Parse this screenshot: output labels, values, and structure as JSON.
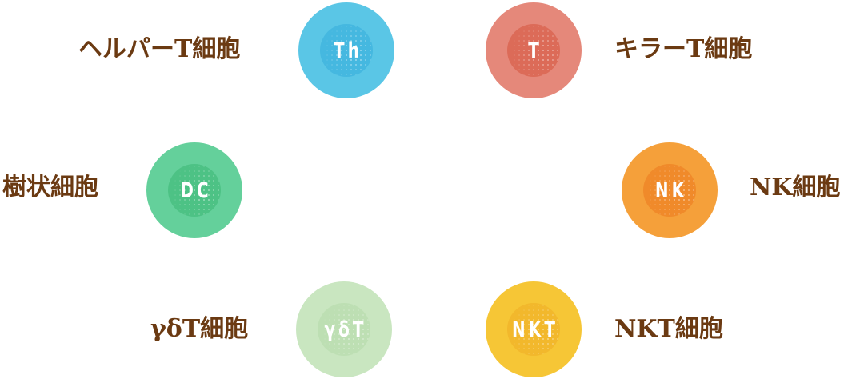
{
  "diagram": {
    "label_color": "#6b3a12",
    "cells": [
      {
        "id": "helper-t",
        "abbr": "Th",
        "label": "ヘルパーT細胞",
        "ring_color": "#5ac6e6",
        "inner_color": "#45b8e0"
      },
      {
        "id": "killer-t",
        "abbr": "T",
        "label": "キラーT細胞",
        "ring_color": "#e5887a",
        "inner_color": "#dc6b58"
      },
      {
        "id": "dendritic",
        "abbr": "DC",
        "label": "樹状細胞",
        "ring_color": "#64d09b",
        "inner_color": "#4dc285"
      },
      {
        "id": "nk",
        "abbr": "NK",
        "label": "NK細胞",
        "ring_color": "#f5a03a",
        "inner_color": "#f08a2a"
      },
      {
        "id": "gamma-delta-t",
        "abbr": "γδT",
        "label": "γδT細胞",
        "ring_color": "#c9e6c0",
        "inner_color": "#bddfb3"
      },
      {
        "id": "nkt",
        "abbr": "NKT",
        "label": "NKT細胞",
        "ring_color": "#f6c636",
        "inner_color": "#f2b82c"
      }
    ]
  }
}
